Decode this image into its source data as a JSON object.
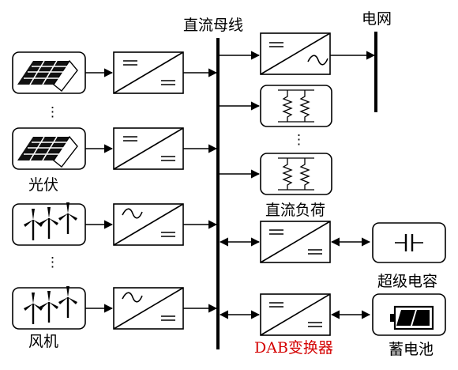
{
  "diagram": {
    "dc_bus_label": "直流母线",
    "grid_label": "电网",
    "pv_label": "光伏",
    "wind_label": "风机",
    "dc_load_label": "直流负荷",
    "supercap_label": "超级电容",
    "battery_label": "蓄电池",
    "dab_label": "DAB变换器",
    "ellipsis": "⋮",
    "colors": {
      "stroke": "#000000",
      "highlight": "#d40000",
      "background": "#ffffff"
    }
  }
}
